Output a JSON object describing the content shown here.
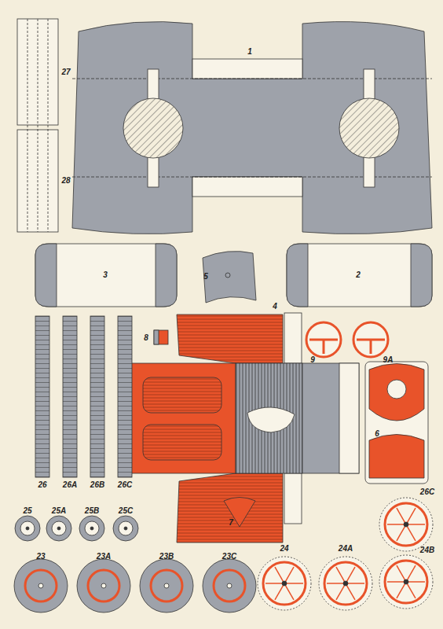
{
  "diagram": {
    "labels": [
      "27",
      "28",
      "1",
      "3",
      "5",
      "2",
      "4",
      "8",
      "9",
      "9A",
      "6",
      "7",
      "26",
      "26A",
      "26B",
      "26C",
      "25",
      "25A",
      "25B",
      "25C",
      "26C",
      "23",
      "23A",
      "23B",
      "23C",
      "24",
      "24A",
      "24B"
    ]
  }
}
